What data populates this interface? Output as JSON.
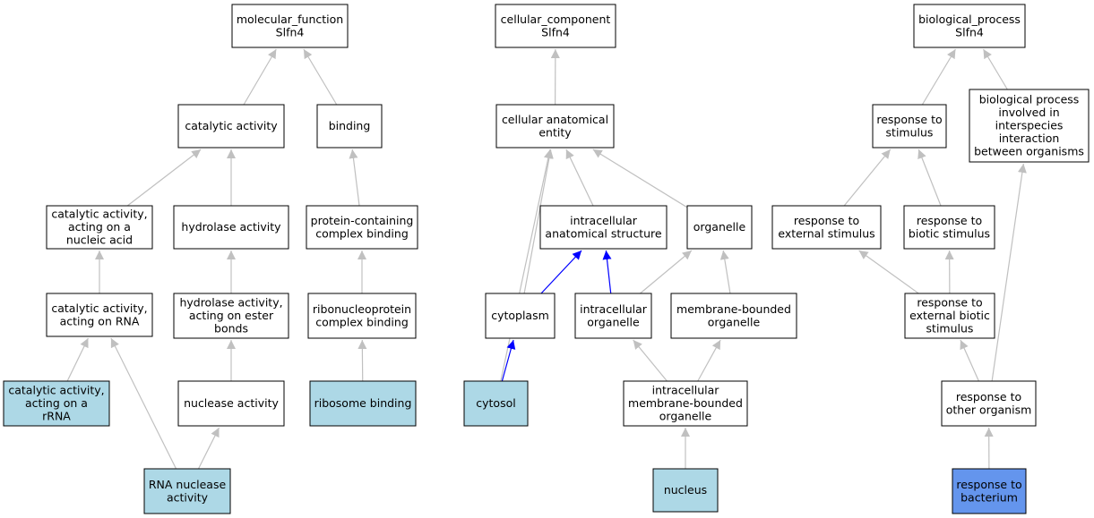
{
  "colors": {
    "default_fill": "#ffffff",
    "annotated_fill": "#add8e6",
    "query_fill": "#6495ed",
    "is_a_edge": "#c0c0c0",
    "part_of_edge": "#0000ff"
  },
  "nodes": [
    {
      "id": "mf_root",
      "lines": [
        "molecular_function",
        "Slfn4"
      ],
      "style": "default"
    },
    {
      "id": "catalytic_activity",
      "lines": [
        "catalytic activity"
      ],
      "style": "default"
    },
    {
      "id": "binding",
      "lines": [
        "binding"
      ],
      "style": "default"
    },
    {
      "id": "cat_nucleic",
      "lines": [
        "catalytic activity,",
        "acting on a",
        "nucleic acid"
      ],
      "style": "default"
    },
    {
      "id": "hydrolase",
      "lines": [
        "hydrolase activity"
      ],
      "style": "default"
    },
    {
      "id": "protein_complex_binding",
      "lines": [
        "protein-containing",
        "complex binding"
      ],
      "style": "default"
    },
    {
      "id": "cat_rna",
      "lines": [
        "catalytic activity,",
        "acting on RNA"
      ],
      "style": "default"
    },
    {
      "id": "hydrolase_ester",
      "lines": [
        "hydrolase activity,",
        "acting on ester",
        "bonds"
      ],
      "style": "default"
    },
    {
      "id": "rnp_binding",
      "lines": [
        "ribonucleoprotein",
        "complex binding"
      ],
      "style": "default"
    },
    {
      "id": "cat_rrna",
      "lines": [
        "catalytic activity,",
        "acting on a",
        "rRNA"
      ],
      "style": "annotated"
    },
    {
      "id": "nuclease",
      "lines": [
        "nuclease activity"
      ],
      "style": "default"
    },
    {
      "id": "ribosome_binding",
      "lines": [
        "ribosome binding"
      ],
      "style": "annotated"
    },
    {
      "id": "rna_nuclease",
      "lines": [
        "RNA nuclease",
        "activity"
      ],
      "style": "annotated"
    },
    {
      "id": "cc_root",
      "lines": [
        "cellular_component",
        "Slfn4"
      ],
      "style": "default"
    },
    {
      "id": "cae",
      "lines": [
        "cellular anatomical",
        "entity"
      ],
      "style": "default"
    },
    {
      "id": "ias",
      "lines": [
        "intracellular",
        "anatomical structure"
      ],
      "style": "default"
    },
    {
      "id": "organelle",
      "lines": [
        "organelle"
      ],
      "style": "default"
    },
    {
      "id": "cytoplasm",
      "lines": [
        "cytoplasm"
      ],
      "style": "default"
    },
    {
      "id": "intra_organelle",
      "lines": [
        "intracellular",
        "organelle"
      ],
      "style": "default"
    },
    {
      "id": "mem_organelle",
      "lines": [
        "membrane-bounded",
        "organelle"
      ],
      "style": "default"
    },
    {
      "id": "cytosol",
      "lines": [
        "cytosol"
      ],
      "style": "annotated"
    },
    {
      "id": "intra_mem_organelle",
      "lines": [
        "intracellular",
        "membrane-bounded",
        "organelle"
      ],
      "style": "default"
    },
    {
      "id": "nucleus",
      "lines": [
        "nucleus"
      ],
      "style": "annotated"
    },
    {
      "id": "bp_root",
      "lines": [
        "biological_process",
        "Slfn4"
      ],
      "style": "default"
    },
    {
      "id": "resp_stim",
      "lines": [
        "response to",
        "stimulus"
      ],
      "style": "default"
    },
    {
      "id": "interspecies",
      "lines": [
        "biological process",
        "involved in",
        "interspecies",
        "interaction",
        "between organisms"
      ],
      "style": "default"
    },
    {
      "id": "resp_ext",
      "lines": [
        "response to",
        "external stimulus"
      ],
      "style": "default"
    },
    {
      "id": "resp_biotic",
      "lines": [
        "response to",
        "biotic stimulus"
      ],
      "style": "default"
    },
    {
      "id": "resp_ext_biotic",
      "lines": [
        "response to",
        "external biotic",
        "stimulus"
      ],
      "style": "default"
    },
    {
      "id": "resp_other",
      "lines": [
        "response to",
        "other organism"
      ],
      "style": "default"
    },
    {
      "id": "resp_bact",
      "lines": [
        "response to",
        "bacterium"
      ],
      "style": "query"
    }
  ],
  "edges": [
    {
      "from": "catalytic_activity",
      "to": "mf_root",
      "type": "is_a"
    },
    {
      "from": "binding",
      "to": "mf_root",
      "type": "is_a"
    },
    {
      "from": "cat_nucleic",
      "to": "catalytic_activity",
      "type": "is_a"
    },
    {
      "from": "hydrolase",
      "to": "catalytic_activity",
      "type": "is_a"
    },
    {
      "from": "protein_complex_binding",
      "to": "binding",
      "type": "is_a"
    },
    {
      "from": "cat_rna",
      "to": "cat_nucleic",
      "type": "is_a"
    },
    {
      "from": "hydrolase_ester",
      "to": "hydrolase",
      "type": "is_a"
    },
    {
      "from": "rnp_binding",
      "to": "protein_complex_binding",
      "type": "is_a"
    },
    {
      "from": "cat_rrna",
      "to": "cat_rna",
      "type": "is_a"
    },
    {
      "from": "nuclease",
      "to": "hydrolase_ester",
      "type": "is_a"
    },
    {
      "from": "ribosome_binding",
      "to": "rnp_binding",
      "type": "is_a"
    },
    {
      "from": "rna_nuclease",
      "to": "cat_rna",
      "type": "is_a"
    },
    {
      "from": "rna_nuclease",
      "to": "nuclease",
      "type": "is_a"
    },
    {
      "from": "cae",
      "to": "cc_root",
      "type": "is_a"
    },
    {
      "from": "ias",
      "to": "cae",
      "type": "is_a"
    },
    {
      "from": "organelle",
      "to": "cae",
      "type": "is_a"
    },
    {
      "from": "cytoplasm",
      "to": "cae",
      "type": "is_a"
    },
    {
      "from": "cytosol",
      "to": "cae",
      "type": "is_a"
    },
    {
      "from": "cytoplasm",
      "to": "ias",
      "type": "part_of"
    },
    {
      "from": "intra_organelle",
      "to": "ias",
      "type": "part_of"
    },
    {
      "from": "intra_organelle",
      "to": "organelle",
      "type": "is_a"
    },
    {
      "from": "mem_organelle",
      "to": "organelle",
      "type": "is_a"
    },
    {
      "from": "cytosol",
      "to": "cytoplasm",
      "type": "part_of"
    },
    {
      "from": "intra_mem_organelle",
      "to": "intra_organelle",
      "type": "is_a"
    },
    {
      "from": "intra_mem_organelle",
      "to": "mem_organelle",
      "type": "is_a"
    },
    {
      "from": "nucleus",
      "to": "intra_mem_organelle",
      "type": "is_a"
    },
    {
      "from": "resp_stim",
      "to": "bp_root",
      "type": "is_a"
    },
    {
      "from": "interspecies",
      "to": "bp_root",
      "type": "is_a"
    },
    {
      "from": "resp_ext",
      "to": "resp_stim",
      "type": "is_a"
    },
    {
      "from": "resp_biotic",
      "to": "resp_stim",
      "type": "is_a"
    },
    {
      "from": "resp_ext_biotic",
      "to": "resp_ext",
      "type": "is_a"
    },
    {
      "from": "resp_ext_biotic",
      "to": "resp_biotic",
      "type": "is_a"
    },
    {
      "from": "resp_other",
      "to": "resp_ext_biotic",
      "type": "is_a"
    },
    {
      "from": "resp_other",
      "to": "interspecies",
      "type": "is_a"
    },
    {
      "from": "resp_bact",
      "to": "resp_other",
      "type": "is_a"
    }
  ]
}
